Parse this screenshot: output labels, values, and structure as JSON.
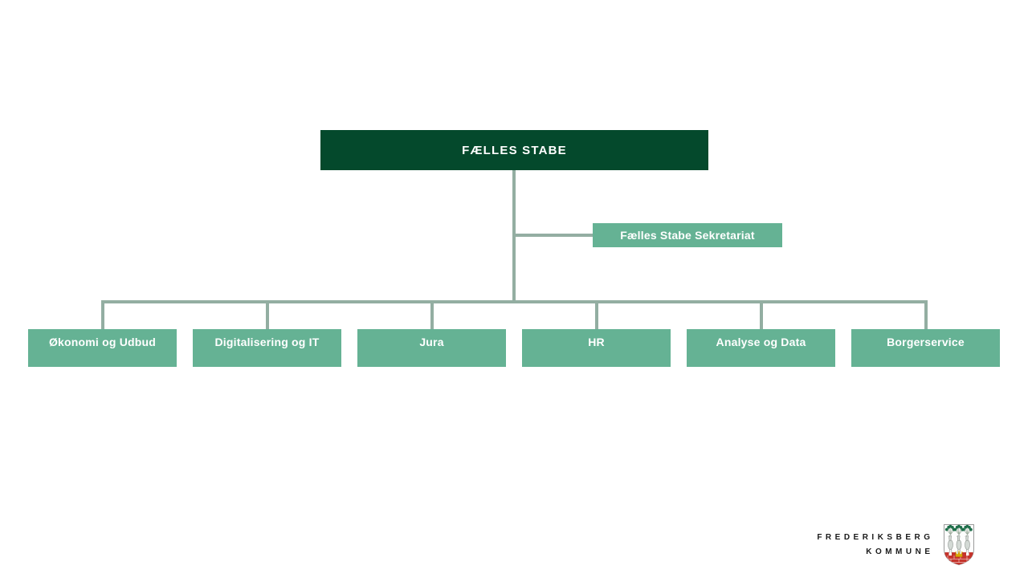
{
  "org_chart": {
    "root": {
      "label": "FÆLLES STABE"
    },
    "secretariat": {
      "label": "Fælles Stabe Sekretariat"
    },
    "departments": [
      {
        "label": "Økonomi og Udbud"
      },
      {
        "label": "Digitalisering og IT"
      },
      {
        "label": "Jura"
      },
      {
        "label": "HR"
      },
      {
        "label": "Analyse og Data"
      },
      {
        "label": "Borgerservice"
      }
    ]
  },
  "logo": {
    "name_line1": "FREDERIKSBERG",
    "name_line2": "KOMMUNE",
    "crest_icon": "frederiksberg-coat-of-arms"
  },
  "colors": {
    "root_box": "#04492C",
    "child_box": "#65B294",
    "connector": "#93AEA2",
    "crest_red": "#C5342C",
    "crest_gold": "#D9A900",
    "crest_foliage": "#1F6F4A"
  }
}
